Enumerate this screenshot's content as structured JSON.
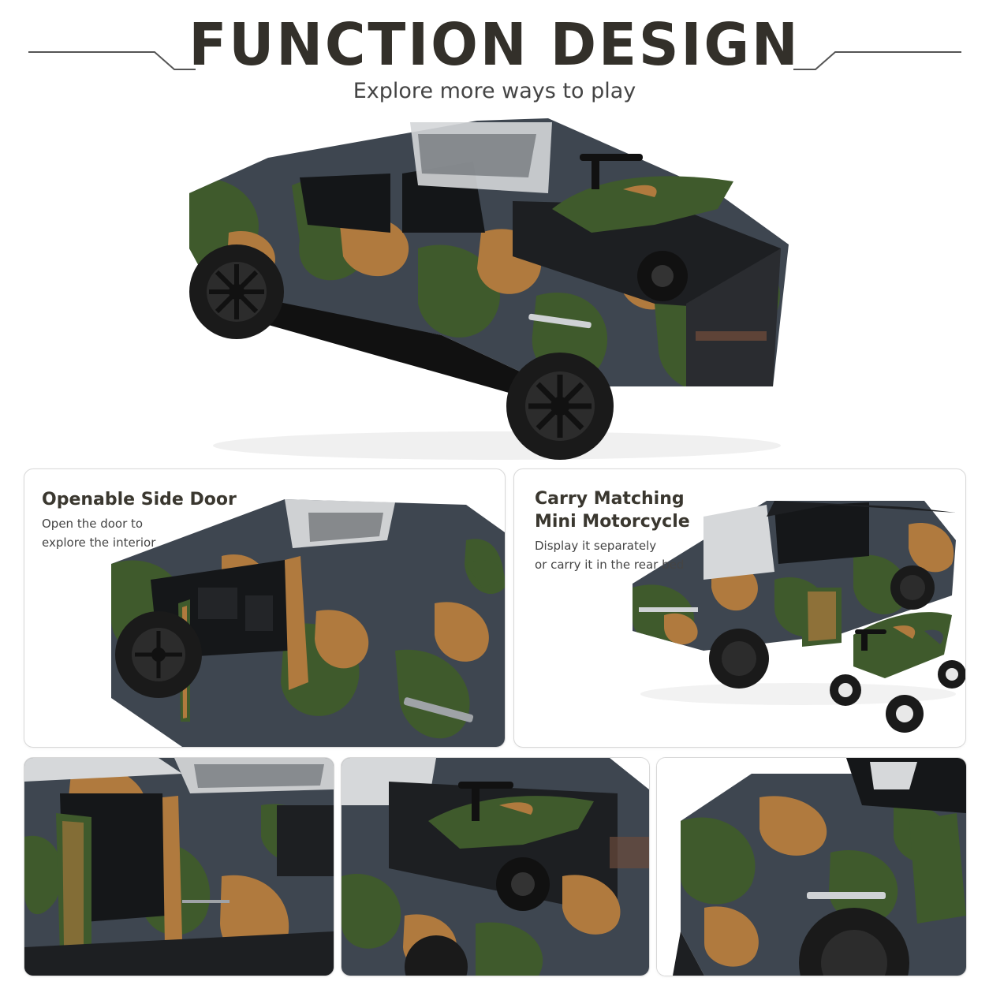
{
  "header": {
    "title": "FUNCTION DESIGN",
    "subtitle": "Explore more ways to play"
  },
  "features": [
    {
      "title_lines": [
        "Openable Side Door"
      ],
      "desc_lines": [
        "Open the door to",
        "explore the interior"
      ]
    },
    {
      "title_lines": [
        "Carry Matching",
        "Mini Motorcycle"
      ],
      "desc_lines": [
        "Display it separately",
        "or carry it in the rear bed"
      ]
    }
  ],
  "colors": {
    "title_text": "#33302a",
    "camo_green": "#3f5a2c",
    "camo_tan": "#b07a3e",
    "camo_slate": "#3e4650",
    "body_dark": "#1d1f22",
    "card_border": "#d8d8d8"
  }
}
